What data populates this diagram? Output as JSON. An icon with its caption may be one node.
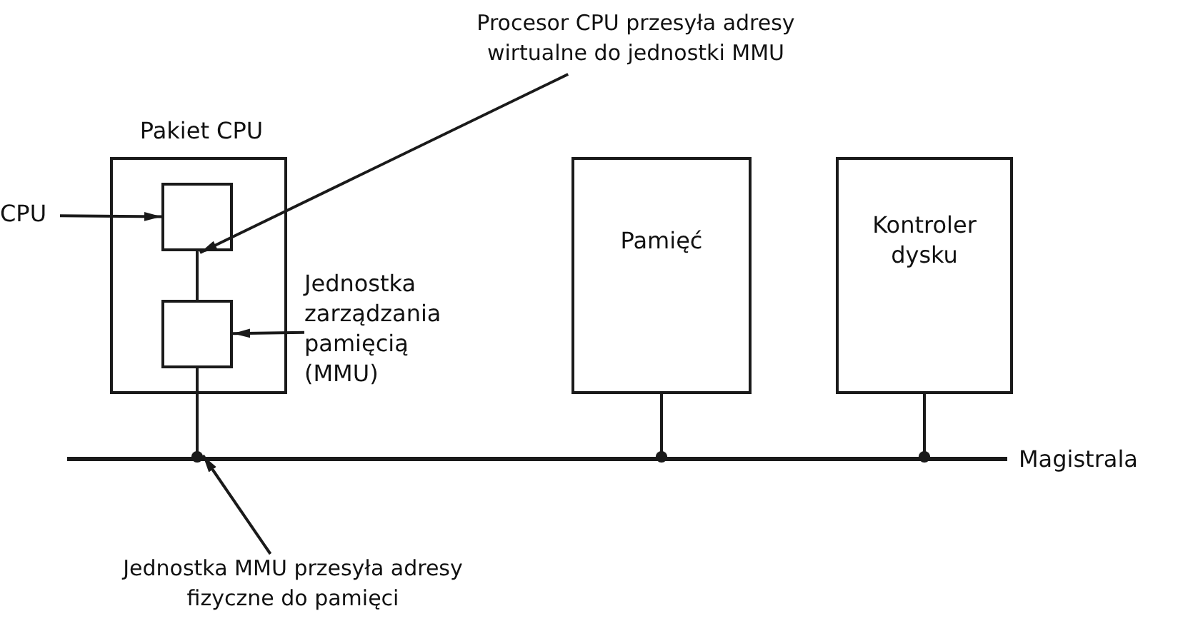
{
  "diagram": {
    "nodes": [
      {
        "text": [
          "Pakiet CPU"
        ]
      },
      {
        "text": [],
        "shape": "box",
        "in": 0
      },
      {
        "text": [],
        "shape": "box",
        "in": 0
      },
      {
        "text": [
          "Pamięć"
        ]
      },
      {
        "text": [
          "Kontroler dysku"
        ]
      },
      {
        "text": [
          "CPU"
        ]
      },
      {
        "text": [
          "Jednostka zarządzania pamięcią (MMU)"
        ]
      },
      {
        "text": [
          "Procesor CPU przesyła adresy wirtualne do jednostki MMU"
        ]
      },
      {
        "text": [],
        "shape": "bar",
        "beside": [
          "Magistrala"
        ]
      },
      {
        "text": [
          "Jednostka MMU przesyła adresy fizyczne do pamięci"
        ]
      }
    ],
    "edges": [
      {
        "from": 5,
        "to": 1,
        "arrow": "to"
      },
      {
        "from": 6,
        "to": 2,
        "arrow": "to"
      },
      {
        "from": 7,
        "to": 1,
        "arrow": "to"
      },
      {
        "from": 1,
        "to": 2,
        "arrow": "none"
      },
      {
        "from": 2,
        "to": 8,
        "arrow": "other"
      },
      {
        "from": 3,
        "to": 8,
        "arrow": "other"
      },
      {
        "from": 4,
        "to": 8,
        "arrow": "other"
      },
      {
        "from": 9,
        "to": 8,
        "arrow": "to"
      }
    ]
  }
}
